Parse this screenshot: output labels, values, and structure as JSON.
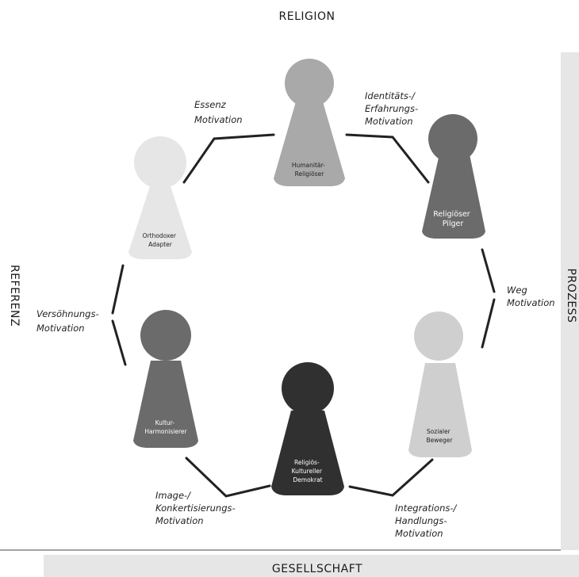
{
  "axes": {
    "top": "RELIGION",
    "bottom": "GESELLSCHAFT",
    "left": "REFERENZ",
    "right": "PROZESS"
  },
  "figures": [
    {
      "id": "humanitaer",
      "lines": [
        "Humanitär-",
        "Religiöser"
      ],
      "color": "#a9a9a9",
      "text_color": "#222222"
    },
    {
      "id": "religioeser-pilger",
      "lines": [
        "Religiöser",
        "Pilger"
      ],
      "color": "#6b6b6b",
      "text_color": "#ffffff"
    },
    {
      "id": "sozialer-beweger",
      "lines": [
        "Sozialer",
        "Beweger"
      ],
      "color": "#cfcfcf",
      "text_color": "#222222"
    },
    {
      "id": "religioes-kultureller-demokrat",
      "lines": [
        "Religiös-",
        "Kultureller",
        "Demokrat"
      ],
      "color": "#303030",
      "text_color": "#ffffff"
    },
    {
      "id": "kultur-harmonisierer",
      "lines": [
        "Kultur-",
        "Harmonisierer"
      ],
      "color": "#6b6b6b",
      "text_color": "#ffffff"
    },
    {
      "id": "orthodoxer-adapter",
      "lines": [
        "Orthodoxer",
        "Adapter"
      ],
      "color": "#e6e6e6",
      "text_color": "#222222"
    }
  ],
  "motivations": [
    {
      "id": "essenz",
      "lines": [
        "Essenz",
        "Motivation"
      ]
    },
    {
      "id": "identitaets",
      "lines": [
        "Identitäts-/",
        "Erfahrungs-",
        "Motivation"
      ]
    },
    {
      "id": "weg",
      "lines": [
        "Weg",
        "Motivation"
      ]
    },
    {
      "id": "integrations",
      "lines": [
        "Integrations-/",
        "Handlungs-",
        "Motivation"
      ]
    },
    {
      "id": "image",
      "lines": [
        "Image-/",
        "Konkertisierungs-",
        "Motivation"
      ]
    },
    {
      "id": "versoehnungs",
      "lines": [
        "Versöhnungs-",
        "Motivation"
      ]
    }
  ]
}
